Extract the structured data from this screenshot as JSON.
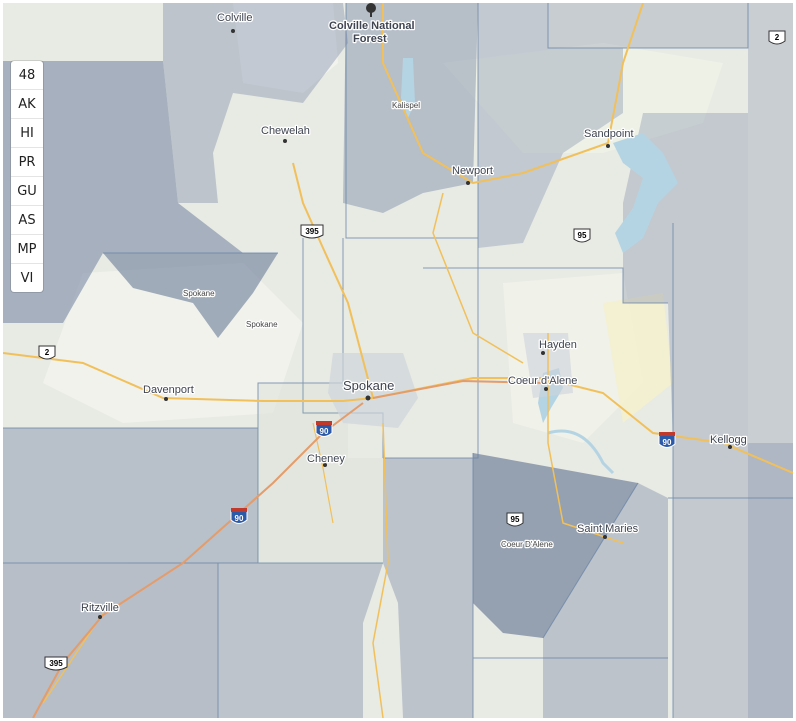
{
  "region_buttons": [
    "48",
    "AK",
    "HI",
    "PR",
    "GU",
    "AS",
    "MP",
    "VI"
  ],
  "places": {
    "colville": "Colville",
    "colville_nf_line1": "Colville National",
    "colville_nf_line2": "Forest",
    "kalispel": "Kalispel",
    "chewelah": "Chewelah",
    "newport": "Newport",
    "sandpoint": "Sandpoint",
    "spokane_reservation": "Spokane",
    "spokane_small": "Spokane",
    "spokane": "Spokane",
    "hayden": "Hayden",
    "coeur_dalene": "Coeur d'Alene",
    "davenport": "Davenport",
    "cheney": "Cheney",
    "kellogg": "Kellogg",
    "saint_maries": "Saint Maries",
    "coeur_dalene_res": "Coeur D'Alene",
    "ritzville": "Ritzville"
  },
  "shields": {
    "us2_a": "2",
    "us2_b": "2",
    "us395_a": "395",
    "us395_b": "395",
    "us95_a": "95",
    "us95_b": "95",
    "i90_a": "90",
    "i90_b": "90",
    "i90_c": "90"
  },
  "colors": {
    "land": "#e9ebe6",
    "overlay": "#7b8ba5",
    "overlay_dark": "#5d6e8d",
    "water": "#b7d7e6",
    "highway": "#f2c15c",
    "interstate": "#e8a06a",
    "boundary": "#6a86a8"
  }
}
